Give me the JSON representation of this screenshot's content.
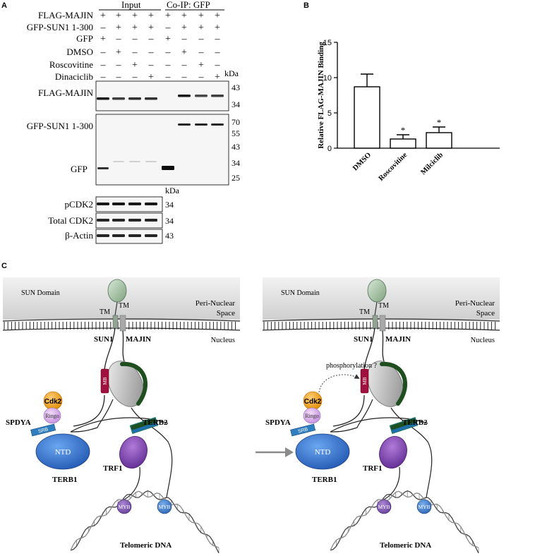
{
  "figure": {
    "panel_labels": {
      "a": "A",
      "b": "B",
      "c": "C"
    },
    "colors": {
      "membrane_fill": "#dedede",
      "sun_domain": "#9fbf9f",
      "tm": "#8fa58f",
      "mb": "#a01040",
      "majin_green": "#1f4f1f",
      "cdk2": "#f3a019",
      "ringo": "#d8a8e8",
      "srb": "#2f7fc0",
      "ntd": "#2a6cc8",
      "trf1": "#7d3fb0",
      "terb2_box": "#1f4f1f",
      "myb_purple": "#7d4fa8",
      "myb_blue": "#3f7fd0",
      "arrow": "#888888",
      "bar_edge": "#000000"
    }
  },
  "panel_a": {
    "input_header": "Input",
    "coip_header": "Co-IP: GFP",
    "treatments": [
      {
        "label": "FLAG-MAJIN",
        "marks": [
          "+",
          "+",
          "+",
          "+",
          "",
          "+",
          "+",
          "+",
          "+"
        ]
      },
      {
        "label": "GFP-SUN1 1-300",
        "marks": [
          "–",
          "+",
          "+",
          "+",
          "",
          "–",
          "+",
          "+",
          "+"
        ]
      },
      {
        "label": "GFP",
        "marks": [
          "+",
          "–",
          "–",
          "–",
          "",
          "+",
          "–",
          "–",
          "–"
        ]
      },
      {
        "label": "DMSO",
        "marks": [
          "–",
          "+",
          "–",
          "–",
          "",
          "–",
          "+",
          "–",
          "–"
        ]
      },
      {
        "label": "Roscovitine",
        "marks": [
          "–",
          "–",
          "+",
          "–",
          "",
          "–",
          "–",
          "+",
          "–"
        ]
      },
      {
        "label": "Dinaciclib",
        "marks": [
          "–",
          "–",
          "–",
          "+",
          "",
          "–",
          "–",
          "–",
          "+"
        ]
      }
    ],
    "kda_label": "kDa",
    "blots": [
      {
        "label": "FLAG-MAJIN",
        "markers": [
          "43",
          "34"
        ]
      },
      {
        "label": "GFP-SUN1 1-300",
        "label2": "GFP",
        "markers": [
          "70",
          "55",
          "43",
          "34",
          "25"
        ]
      },
      {
        "label": "pCDK2",
        "markers": [
          "34"
        ]
      },
      {
        "label": "Total CDK2",
        "markers": [
          "34"
        ]
      },
      {
        "label": "β-Actin",
        "markers": [
          "43"
        ]
      }
    ]
  },
  "panel_b": {
    "chart_data": {
      "type": "bar",
      "categories": [
        "DMSO",
        "Roscovitine",
        "Milciclib"
      ],
      "values": [
        8.7,
        1.3,
        2.2
      ],
      "errors": [
        1.8,
        0.6,
        0.8
      ],
      "significance": [
        "",
        "*",
        "*"
      ],
      "ylabel": "Relative FLAG-MAJIN Binding",
      "ylim": [
        0,
        15
      ],
      "yticks": [
        "0",
        "5",
        "10",
        "15"
      ],
      "bar_fill": "#ffffff",
      "grid": false
    }
  },
  "panel_c": {
    "sun_domain": "SUN Domain",
    "tm": "TM",
    "peri_nuclear": [
      "Peri-Nuclear",
      "Space"
    ],
    "nucleus": "Nucleus",
    "sun1": "SUN1",
    "majin": "MAJIN",
    "mb": "MB",
    "cdk2": "Cdk2",
    "ringo": "Ringo",
    "spdya": "SPDYA",
    "srb": "SRB",
    "ntd": "NTD",
    "terb1": "TERB1",
    "terb2": "TERB2",
    "trf1": "TRF1",
    "myb": "MYB",
    "telomeric_dna": "Telomeric DNA",
    "phosphorylation": "phosphorylation ?"
  }
}
